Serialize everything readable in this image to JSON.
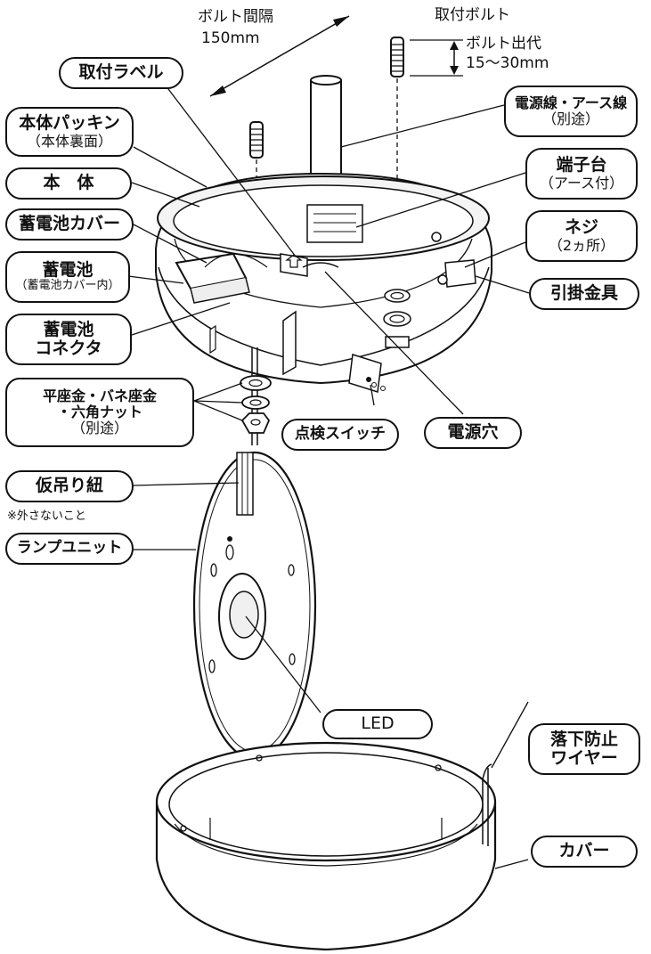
{
  "labels": {
    "bolt_pitch": "ボルト間隔",
    "bolt_pitch_value": "150mm",
    "mounting_bolt": "取付ボルト",
    "bolt_protrusion": "ボルト出代",
    "bolt_protrusion_value": "15〜30mm",
    "mounting_label": "取付ラベル",
    "body_packing": "本体パッキン",
    "body_packing_sub": "（本体裏面）",
    "body": "本　体",
    "battery_cover": "蓄電池カバー",
    "battery": "蓄電池",
    "battery_sub": "（蓄電池カバー内）",
    "battery_connector_1": "蓄電池",
    "battery_connector_2": "コネクタ",
    "washers_1": "平座金・バネ座金",
    "washers_2": "・六角ナット",
    "washers_3": "（別途）",
    "temp_string": "仮吊り紐",
    "temp_string_note": "※外さないこと",
    "lamp_unit": "ランプユニット",
    "power_wire": "電源線・アース線",
    "power_wire_sub": "（別途）",
    "terminal_block": "端子台",
    "terminal_block_sub": "（アース付）",
    "screw": "ネジ",
    "screw_sub": "（2ヵ所）",
    "hanger": "引掛金具",
    "check_switch": "点検スイッチ",
    "power_hole": "電源穴",
    "led": "LED",
    "fall_wire_1": "落下防止",
    "fall_wire_2": "ワイヤー",
    "cover": "カバー"
  }
}
